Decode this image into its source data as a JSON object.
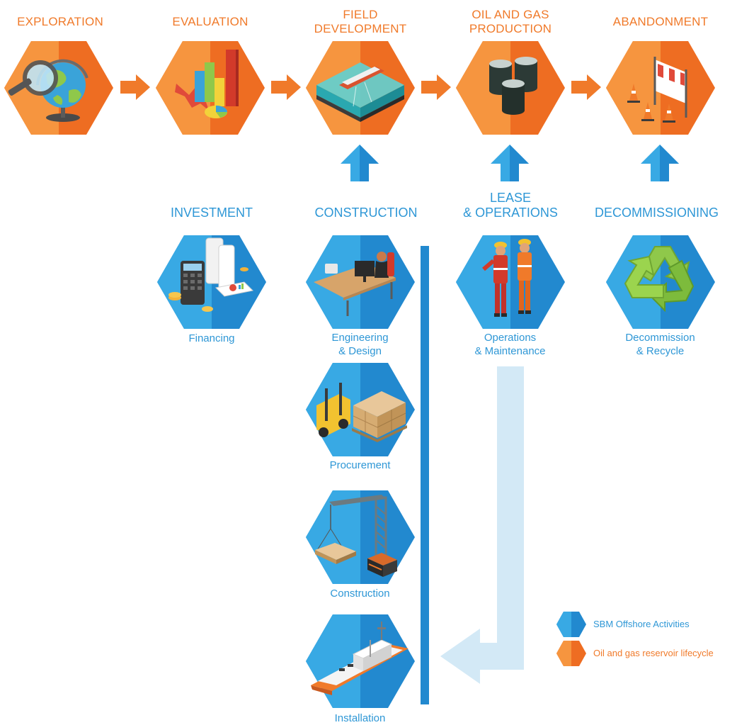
{
  "lifecycle": {
    "stages": [
      {
        "label": "EXPLORATION"
      },
      {
        "label": "EVALUATION"
      },
      {
        "label": "FIELD\nDEVELOPMENT"
      },
      {
        "label": "OIL AND GAS\nPRODUCTION"
      },
      {
        "label": "ABANDONMENT"
      }
    ]
  },
  "activities": {
    "groups": [
      {
        "label": "INVESTMENT"
      },
      {
        "label": "CONSTRUCTION"
      },
      {
        "label": "LEASE\n& OPERATIONS"
      },
      {
        "label": "DECOMMISSIONING"
      }
    ],
    "captions": {
      "financing": "Financing",
      "engineering": "Engineering\n& Design",
      "procurement": "Procurement",
      "construction": "Construction",
      "installation": "Installation",
      "operations": "Operations\n& Maintenance",
      "decommission": "Decommission\n& Recycle"
    }
  },
  "legend": {
    "blue_label": "SBM Offshore Activities",
    "orange_label": "Oil and gas reservoir lifecycle"
  },
  "colors": {
    "orange_light": "#f6953f",
    "orange_dark": "#ee6d22",
    "blue_light": "#38a9e4",
    "blue_dark": "#2289cf",
    "blue_pale": "#d3e9f6",
    "orange_text": "#f07a2a",
    "blue_text": "#2e97d6"
  }
}
